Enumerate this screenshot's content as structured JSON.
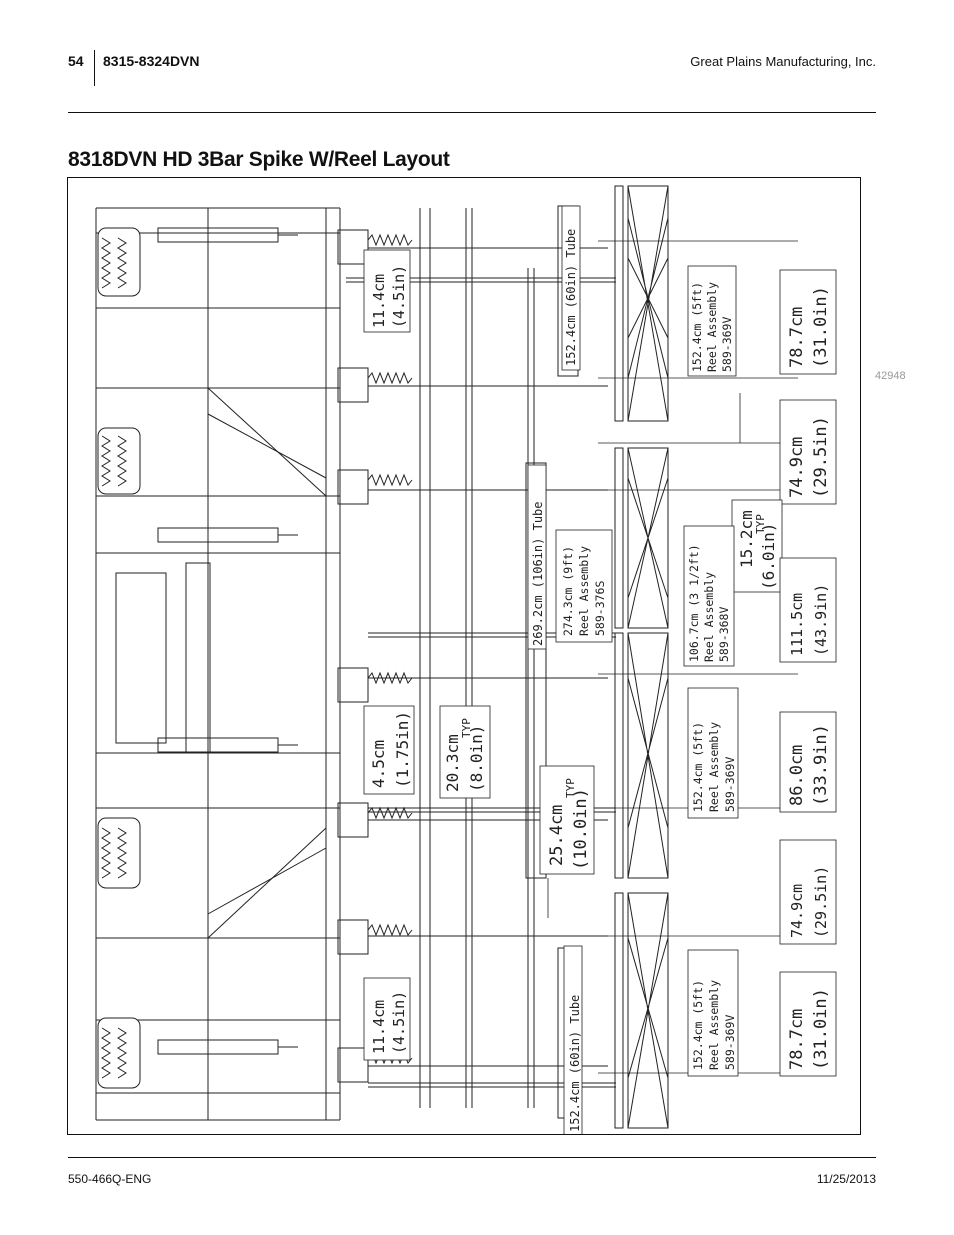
{
  "header": {
    "page_number": "54",
    "model": "8315-8324DVN",
    "company": "Great Plains Manufacturing, Inc."
  },
  "title": "8318DVN HD 3Bar Spike W/Reel Layout",
  "figure": {
    "figure_number": "42948",
    "labels": {
      "d_114_top_a": "11.4cm",
      "d_114_top_b": "(4.5in)",
      "tube_60_top": "152.4cm (60in) Tube",
      "reel_5ft_1_a": "152.4cm (5ft)",
      "reel_5ft_1_b": "Reel Assembly",
      "reel_5ft_1_c": "589-369V",
      "d_787_top_a": "78.7cm",
      "d_787_top_b": "(31.0in)",
      "d_749_top_a": "74.9cm",
      "d_749_top_b": "(29.5in)",
      "tube_106": "269.2cm (106in) Tube",
      "reel_9ft_a": "274.3cm (9ft)",
      "reel_9ft_b": "Reel Assembly",
      "reel_9ft_c": "589-376S",
      "d_152_a": "15.2cm",
      "d_152_typ": "TYP",
      "d_152_b": "(6.0in)",
      "reel_35ft_a": "106.7cm (3 1/2ft)",
      "reel_35ft_b": "Reel Assembly",
      "reel_35ft_c": "589-368V",
      "d_1115_a": "111.5cm",
      "d_1115_b": "(43.9in)",
      "d_45_a": "4.5cm",
      "d_45_b": "(1.75in)",
      "d_203_a": "20.3cm",
      "d_203_typ": "TYP",
      "d_203_b": "(8.0in)",
      "reel_5ft_2_a": "152.4cm (5ft)",
      "reel_5ft_2_b": "Reel Assembly",
      "reel_5ft_2_c": "589-369V",
      "d_860_a": "86.0cm",
      "d_860_b": "(33.9in)",
      "d_254_a": "25.4cm",
      "d_254_typ": "TYP",
      "d_254_b": "(10.0in)",
      "d_749_bot_a": "74.9cm",
      "d_749_bot_b": "(29.5in)",
      "d_114_bot_a": "11.4cm",
      "d_114_bot_b": "(4.5in)",
      "tube_60_bot": "152.4cm (60in) Tube",
      "reel_5ft_3_a": "152.4cm (5ft)",
      "reel_5ft_3_b": "Reel Assembly",
      "reel_5ft_3_c": "589-369V",
      "d_787_bot_a": "78.7cm",
      "d_787_bot_b": "(31.0in)"
    }
  },
  "footer": {
    "doc_number": "550-466Q-ENG",
    "date": "11/25/2013"
  }
}
